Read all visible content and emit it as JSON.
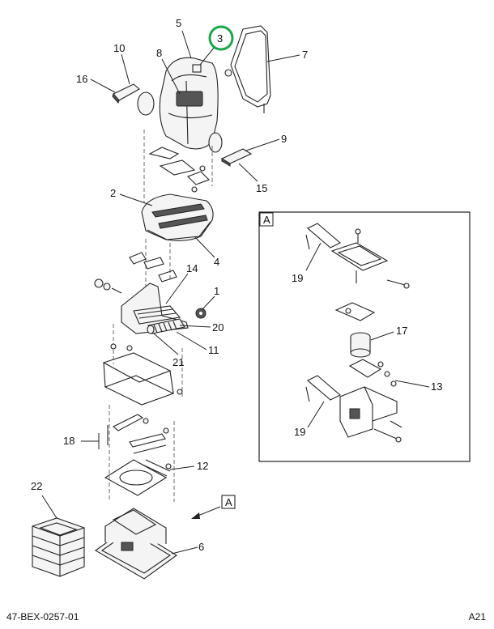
{
  "callouts": {
    "c1": "1",
    "c2": "2",
    "c3": "3",
    "c4": "4",
    "c5": "5",
    "c6": "6",
    "c7": "7",
    "c8": "8",
    "c9": "9",
    "c10": "10",
    "c11": "11",
    "c12": "12",
    "c13": "13",
    "c14": "14",
    "c15": "15",
    "c16": "16",
    "c17": "17",
    "c18": "18",
    "c19a": "19",
    "c19b": "19",
    "c20": "20",
    "c21": "21",
    "c22": "22"
  },
  "inset": {
    "label": "A",
    "ref_label": "A"
  },
  "footer": {
    "drawing_number": "47-BEX-0257-01",
    "page": "A21"
  },
  "colors": {
    "highlight": "#1aa74a",
    "line": "#222222"
  }
}
